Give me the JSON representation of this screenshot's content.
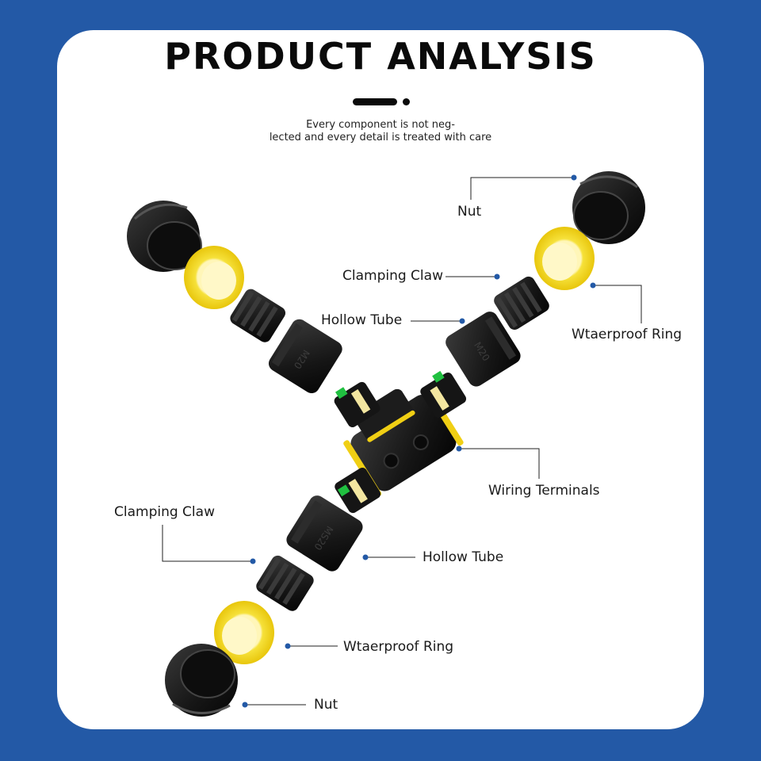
{
  "header": {
    "title": "PRODUCT ANALYSIS",
    "subtitle_line1": "Every component is not neg-",
    "subtitle_line2": "lected and every detail is treated with care"
  },
  "parts": {
    "tube_marking_m20": "M20",
    "tube_marking_ms20": "MS20"
  },
  "labels": {
    "nut_top": "Nut",
    "clamping_claw_top": "Clamping Claw",
    "hollow_tube_top": "Hollow Tube",
    "waterproof_ring_top": "Wtaerproof Ring",
    "wiring_terminals": "Wiring Terminals",
    "clamping_claw_bottom": "Clamping Claw",
    "hollow_tube_bottom": "Hollow Tube",
    "waterproof_ring_bottom": "Wtaerproof Ring",
    "nut_bottom": "Nut"
  },
  "colors": {
    "background": "#2359a6",
    "card": "#ffffff",
    "callout_dot": "#2359a6",
    "ring_yellow": "#f3dd1a",
    "part_black": "#161616"
  }
}
